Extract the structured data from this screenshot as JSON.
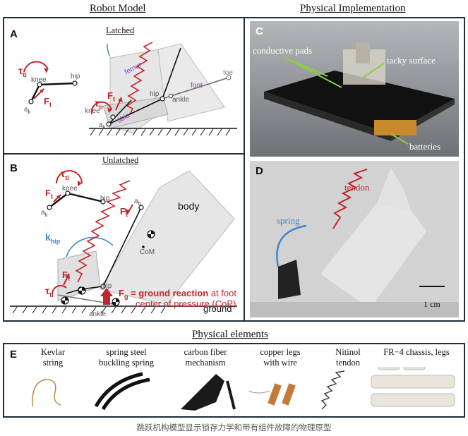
{
  "titles": {
    "robot_model": "Robot Model",
    "physical_implementation": "Physical Implementation",
    "physical_elements": "Physical elements"
  },
  "panel_letters": {
    "a": "A",
    "b": "B",
    "c": "C",
    "d": "D",
    "e": "E"
  },
  "panel_a": {
    "subtitle": "Latched",
    "mini": {
      "tau": "τ",
      "tau_sub": "ti",
      "knee": "knee",
      "hip": "hip",
      "a": "a",
      "a_sub": "k",
      "F": "F",
      "F_sub": "t"
    },
    "labels": {
      "femur": "femur",
      "tibia": "tibia",
      "foot": "foot",
      "toe": "toe",
      "hip": "hip",
      "ankle": "ankle",
      "knee": "knee",
      "a": "a",
      "a_sub": "k",
      "tau": "τ",
      "tau_sub": "ti",
      "F": "F",
      "F_sub": "t"
    }
  },
  "panel_b": {
    "subtitle": "Unlatched",
    "mini": {
      "tau": "τ",
      "tau_sub": "ti",
      "knee": "knee",
      "hip": "hip",
      "a": "a",
      "a_sub": "k",
      "F": "F",
      "F_sub": "t"
    },
    "labels": {
      "body": "body",
      "com": "CoM",
      "k": "k",
      "k_sub": "hip",
      "a": "a",
      "a_sub": "b",
      "F": "F",
      "F_sub": "t",
      "tau": "τ",
      "tau_sub": "ti",
      "hip": "hip",
      "ankle": "ankle",
      "ground": "ground",
      "fg": "F",
      "fg_sub": "g",
      "fg_desc_1": " = ground reaction",
      "fg_desc_2": " at foot",
      "fg_desc_3": "center of pressure (CoP)"
    }
  },
  "panel_c": {
    "labels": {
      "conductive_pads": "conductive pads",
      "tacky_surface": "tacky surface",
      "batteries": "batteries"
    },
    "colors": {
      "annotation": "#ffffff",
      "arrow": "#8ccf3f"
    }
  },
  "panel_d": {
    "labels": {
      "tendon": "tendon",
      "spring": "spring",
      "scale": "1 cm"
    },
    "colors": {
      "tendon": "#c0262c",
      "spring": "#3a86c8"
    }
  },
  "elements": [
    {
      "label": "Kevlar\nstring"
    },
    {
      "label": "spring steel\nbuckling spring"
    },
    {
      "label": "carbon fiber\nmechanism"
    },
    {
      "label": "copper legs\nwith wire"
    },
    {
      "label": "Nitinol\ntendon"
    },
    {
      "label": "FR−4 chassis, legs"
    }
  ],
  "caption": "跳跃机构模型显示锁存力学和带有组件故障的物理原型",
  "colors": {
    "red": "#c0262c",
    "blue": "#3a86c8",
    "purple": "#8a3cc0",
    "frame": "#1d2b3a"
  }
}
